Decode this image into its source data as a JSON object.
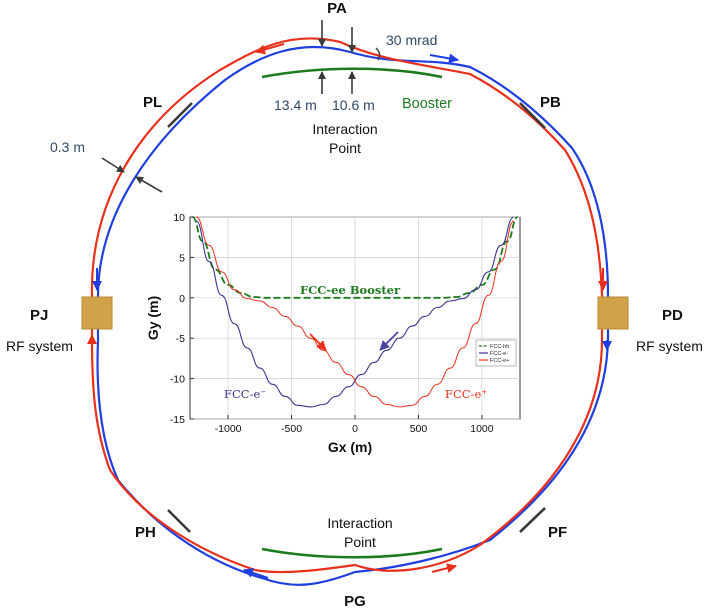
{
  "colors": {
    "electron": "#1f3fe0",
    "positron": "#e8301c",
    "booster": "#1d7a1d",
    "straight": "#3a3a3a",
    "rf_box": "#d2a24a",
    "dim_text": "#2f4a66"
  },
  "points": {
    "pa": "PA",
    "pb": "PB",
    "pd": "PD",
    "pf": "PF",
    "pg": "PG",
    "ph": "PH",
    "pj": "PJ",
    "pl": "PL"
  },
  "labels": {
    "mrad": "30 mrad",
    "dist_left": "13.4 m",
    "dist_right": "10.6 m",
    "booster": "Booster",
    "ip_top_line1": "Interaction",
    "ip_top_line2": "Point",
    "ip_bottom_line1": "Interaction",
    "ip_bottom_line2": "Point",
    "offset": "0.3 m",
    "rf_left": "RF system",
    "rf_right": "RF system"
  },
  "chart_data": {
    "type": "line",
    "xlabel": "Gx (m)",
    "ylabel": "Gy (m)",
    "xlim": [
      -1300,
      1300
    ],
    "ylim": [
      -15,
      10
    ],
    "xticks": [
      "-1000",
      "-500",
      "0",
      "500",
      "1000"
    ],
    "yticks": [
      "10",
      "5",
      "0",
      "-5",
      "-10",
      "-15"
    ],
    "grid": true,
    "legend_position": "right",
    "annotations": {
      "booster": "FCC-ee Booster",
      "electron": "FCC-e⁻",
      "positron": "FCC-e⁺"
    },
    "legend": [
      "FCC-hh",
      "FCC-e-",
      "FCC-e+"
    ],
    "series": [
      {
        "name": "FCC-hh",
        "x": [
          -1280,
          -1200,
          -1100,
          -1000,
          -900,
          -800,
          -700,
          -500,
          0,
          500,
          700,
          800,
          900,
          1000,
          1100,
          1200,
          1280
        ],
        "y": [
          10,
          7,
          3.5,
          1.6,
          0.6,
          0.1,
          0,
          0,
          0,
          0,
          0,
          0.1,
          0.6,
          1.6,
          3.5,
          7,
          10
        ]
      },
      {
        "name": "FCC-e-",
        "x": [
          -1250,
          -1150,
          -1050,
          -950,
          -850,
          -750,
          -650,
          -550,
          -450,
          -350,
          -250,
          -150,
          -50,
          50,
          150,
          250,
          350,
          450,
          550,
          650,
          750,
          850,
          950,
          1050,
          1150,
          1250
        ],
        "y": [
          9.5,
          4.5,
          0.3,
          -3.2,
          -6.2,
          -8.7,
          -10.7,
          -12.2,
          -13.3,
          -13.5,
          -13.2,
          -12.2,
          -11,
          -9.5,
          -8,
          -6.5,
          -5,
          -3.5,
          -2.3,
          -1.2,
          -0.4,
          -0.1,
          1,
          3.2,
          6.5,
          10
        ]
      },
      {
        "name": "FCC-e+",
        "x": [
          -1250,
          -1150,
          -1050,
          -950,
          -850,
          -750,
          -650,
          -550,
          -450,
          -350,
          -250,
          -150,
          -50,
          50,
          150,
          250,
          350,
          450,
          550,
          650,
          750,
          850,
          950,
          1050,
          1150,
          1250
        ],
        "y": [
          10,
          6.5,
          3.2,
          1,
          -0.1,
          -0.4,
          -1.2,
          -2.3,
          -3.5,
          -5,
          -6.5,
          -8,
          -9.5,
          -11,
          -12.2,
          -13.2,
          -13.5,
          -13.3,
          -12.2,
          -10.7,
          -8.7,
          -6.2,
          -3.2,
          0.3,
          4.5,
          9.5
        ]
      }
    ]
  }
}
